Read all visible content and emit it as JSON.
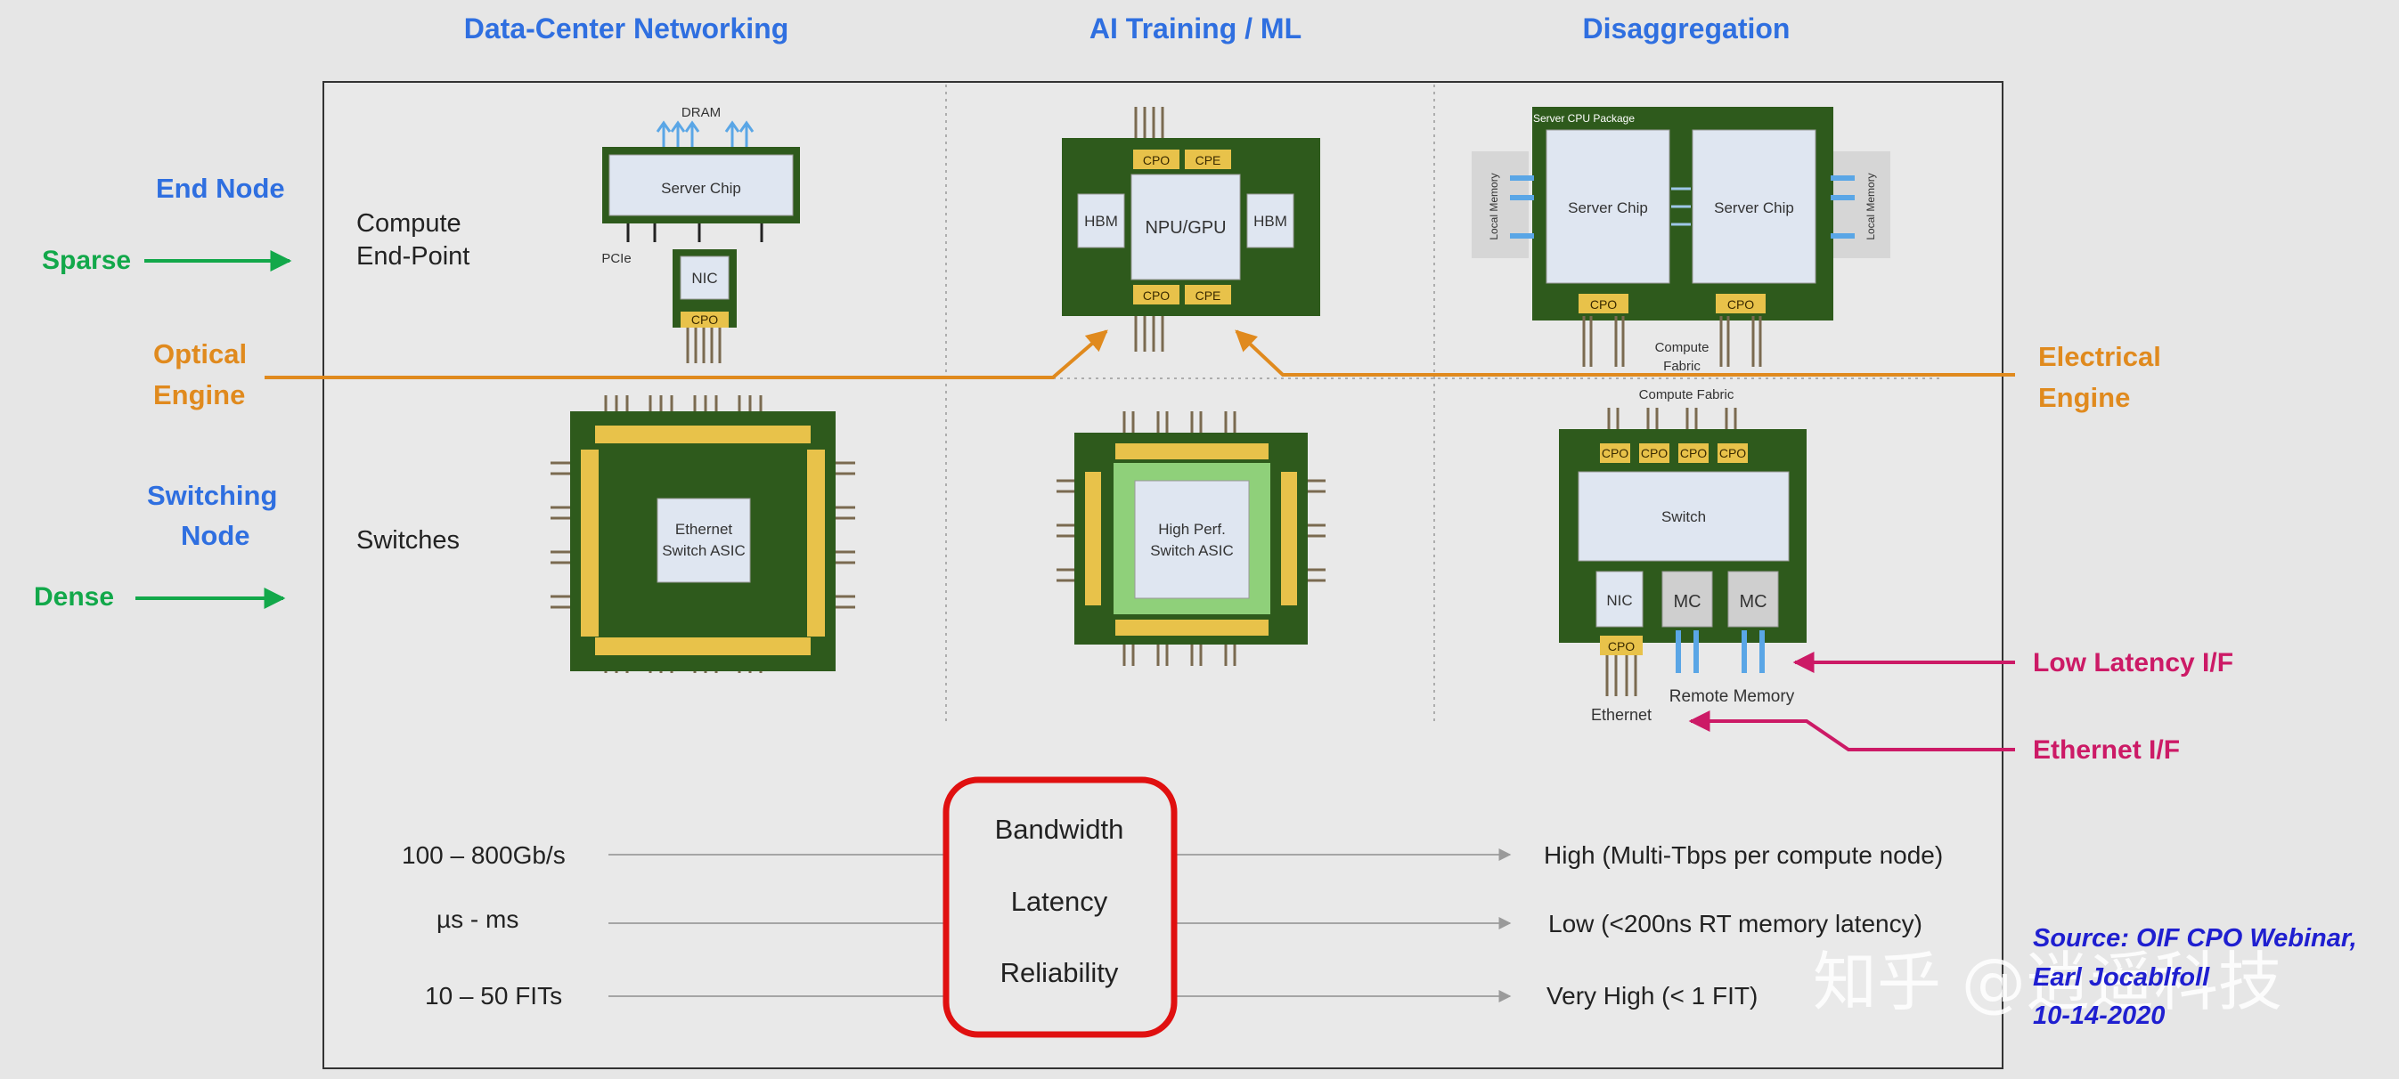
{
  "columns": {
    "dc_networking": "Data-Center Networking",
    "ai_training": "AI Training / ML",
    "disaggregation": "Disaggregation"
  },
  "left_labels": {
    "end_node": "End Node",
    "sparse": "Sparse",
    "optical_engine_1": "Optical",
    "optical_engine_2": "Engine",
    "switching_node_1": "Switching",
    "switching_node_2": "Node",
    "dense": "Dense"
  },
  "right_labels": {
    "electrical_engine_1": "Electrical",
    "electrical_engine_2": "Engine",
    "low_latency": "Low Latency I/F",
    "ethernet_if": "Ethernet I/F"
  },
  "rows": {
    "compute_1": "Compute",
    "compute_2": "End-Point",
    "switches": "Switches"
  },
  "chips": {
    "dram": "DRAM",
    "server_chip": "Server Chip",
    "pcie": "PCIe",
    "nic": "NIC",
    "cpo": "CPO",
    "cpe": "CPE",
    "hbm": "HBM",
    "npu_gpu": "NPU/GPU",
    "ethernet_switch_1": "Ethernet",
    "ethernet_switch_2": "Switch ASIC",
    "hp_switch_1": "High Perf.",
    "hp_switch_2": "Switch ASIC",
    "server_cpu_package": "Server CPU Package",
    "local_memory": "Local Memory",
    "compute_fabric": "Compute Fabric",
    "compute_fabric_1": "Compute",
    "compute_fabric_2": "Fabric",
    "switch": "Switch",
    "mc": "MC",
    "remote_memory": "Remote Memory",
    "ethernet": "Ethernet"
  },
  "metrics": {
    "bandwidth": "Bandwidth",
    "latency": "Latency",
    "reliability": "Reliability",
    "bandwidth_left": "100 – 800Gb/s",
    "latency_left": "µs - ms",
    "reliability_left": "10 – 50 FITs",
    "bandwidth_right": "High (Multi-Tbps per compute node)",
    "latency_right": "Low (<200ns RT memory latency)",
    "reliability_right": "Very High (< 1 FIT)"
  },
  "source": {
    "line1": "Source: OIF CPO Webinar,",
    "line2": "Earl Jocablfoll",
    "line3": "10-14-2020"
  },
  "watermark": "知乎 @逍遥科技",
  "colors": {
    "blue": "#2f6fe0",
    "green": "#12a84a",
    "orange": "#e08a1e",
    "magenta": "#cc1a66",
    "red": "#e01010",
    "board": "#2e5a1c",
    "cpo": "#e8c24a"
  }
}
